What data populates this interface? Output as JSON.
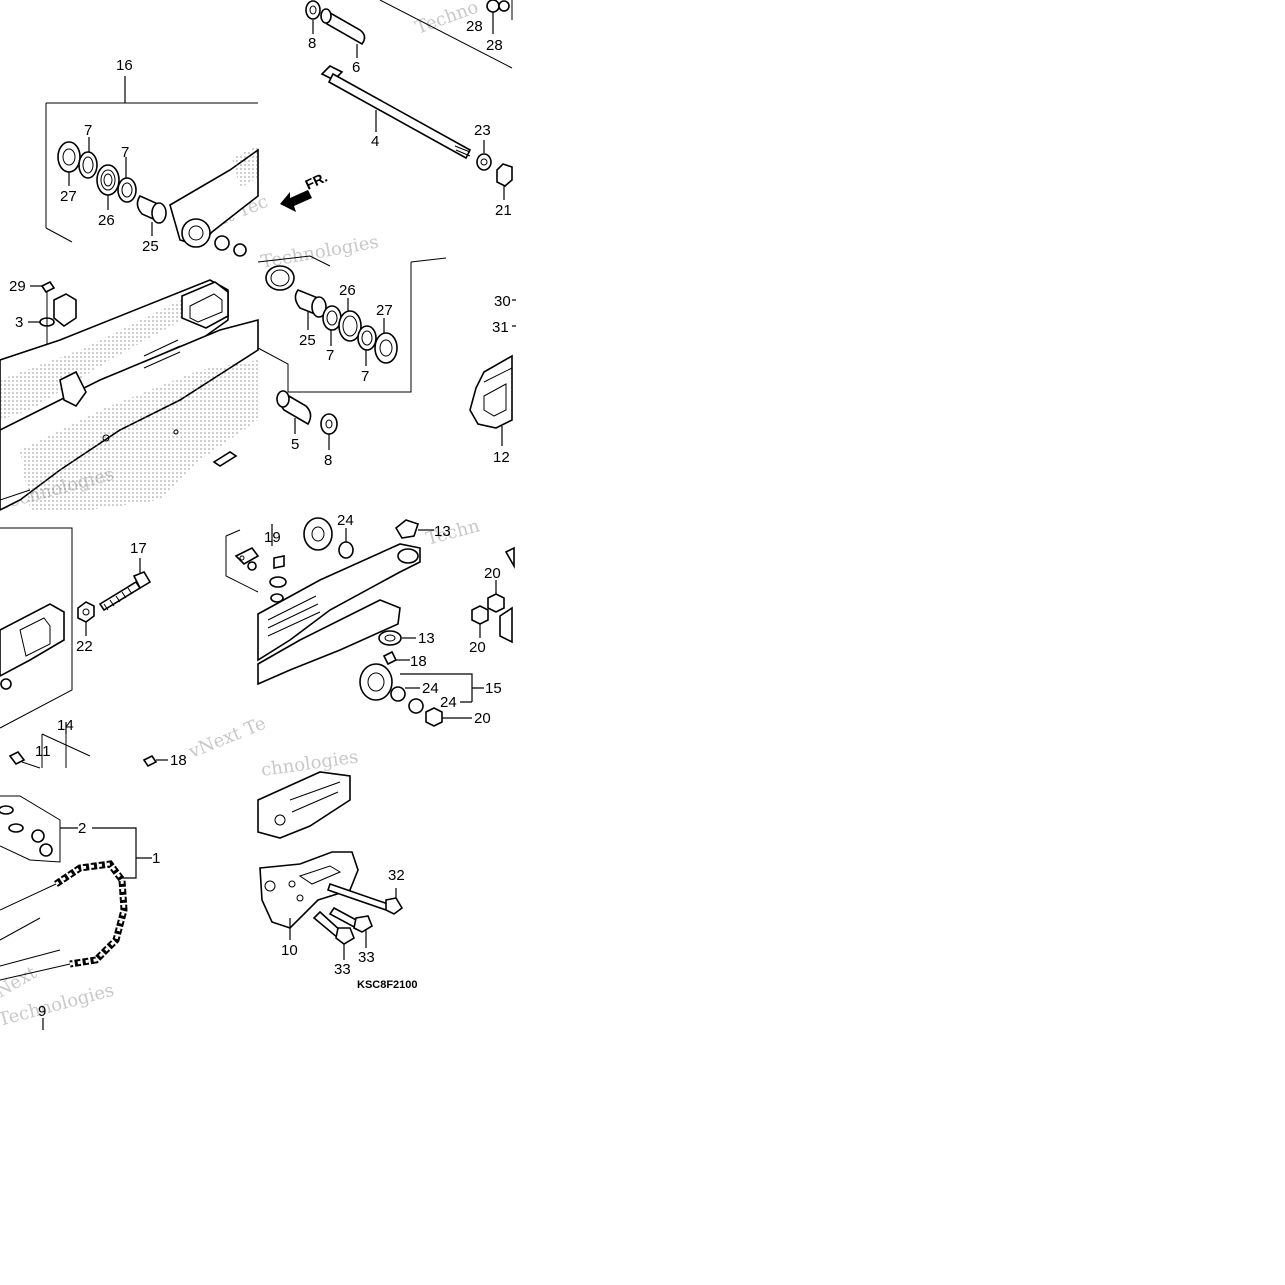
{
  "diagram": {
    "code": "KSC8F2100",
    "direction_label": "FR.",
    "watermarks": [
      "Techno",
      "vNext Tec",
      "Technologies",
      "Technologies",
      "Techn",
      "vNext Te",
      "chnologies",
      "Technologies",
      "Next"
    ],
    "callouts": [
      {
        "id": "c-8a",
        "text": "8"
      },
      {
        "id": "c-6",
        "text": "6"
      },
      {
        "id": "c-28a",
        "text": "28"
      },
      {
        "id": "c-28b",
        "text": "28"
      },
      {
        "id": "c-16",
        "text": "16"
      },
      {
        "id": "c-7a",
        "text": "7"
      },
      {
        "id": "c-7b",
        "text": "7"
      },
      {
        "id": "c-4",
        "text": "4"
      },
      {
        "id": "c-23",
        "text": "23"
      },
      {
        "id": "c-27a",
        "text": "27"
      },
      {
        "id": "c-26a",
        "text": "26"
      },
      {
        "id": "c-25a",
        "text": "25"
      },
      {
        "id": "c-21",
        "text": "21"
      },
      {
        "id": "c-29",
        "text": "29"
      },
      {
        "id": "c-3",
        "text": "3"
      },
      {
        "id": "c-26b",
        "text": "26"
      },
      {
        "id": "c-27b",
        "text": "27"
      },
      {
        "id": "c-25b",
        "text": "25"
      },
      {
        "id": "c-7c",
        "text": "7"
      },
      {
        "id": "c-7d",
        "text": "7"
      },
      {
        "id": "c-30",
        "text": "30"
      },
      {
        "id": "c-31",
        "text": "31"
      },
      {
        "id": "c-5",
        "text": "5"
      },
      {
        "id": "c-8b",
        "text": "8"
      },
      {
        "id": "c-12",
        "text": "12"
      },
      {
        "id": "c-24a",
        "text": "24"
      },
      {
        "id": "c-19",
        "text": "19"
      },
      {
        "id": "c-13a",
        "text": "13"
      },
      {
        "id": "c-17",
        "text": "17"
      },
      {
        "id": "c-20a",
        "text": "20"
      },
      {
        "id": "c-22",
        "text": "22"
      },
      {
        "id": "c-20b",
        "text": "20"
      },
      {
        "id": "c-13b",
        "text": "13"
      },
      {
        "id": "c-18a",
        "text": "18"
      },
      {
        "id": "c-24b",
        "text": "24"
      },
      {
        "id": "c-15",
        "text": "15"
      },
      {
        "id": "c-24c",
        "text": "24"
      },
      {
        "id": "c-20c",
        "text": "20"
      },
      {
        "id": "c-14",
        "text": "14"
      },
      {
        "id": "c-11",
        "text": "11"
      },
      {
        "id": "c-18b",
        "text": "18"
      },
      {
        "id": "c-2",
        "text": "2"
      },
      {
        "id": "c-1",
        "text": "1"
      },
      {
        "id": "c-32",
        "text": "32"
      },
      {
        "id": "c-10",
        "text": "10"
      },
      {
        "id": "c-33a",
        "text": "33"
      },
      {
        "id": "c-33b",
        "text": "33"
      },
      {
        "id": "c-9",
        "text": "9"
      }
    ]
  }
}
